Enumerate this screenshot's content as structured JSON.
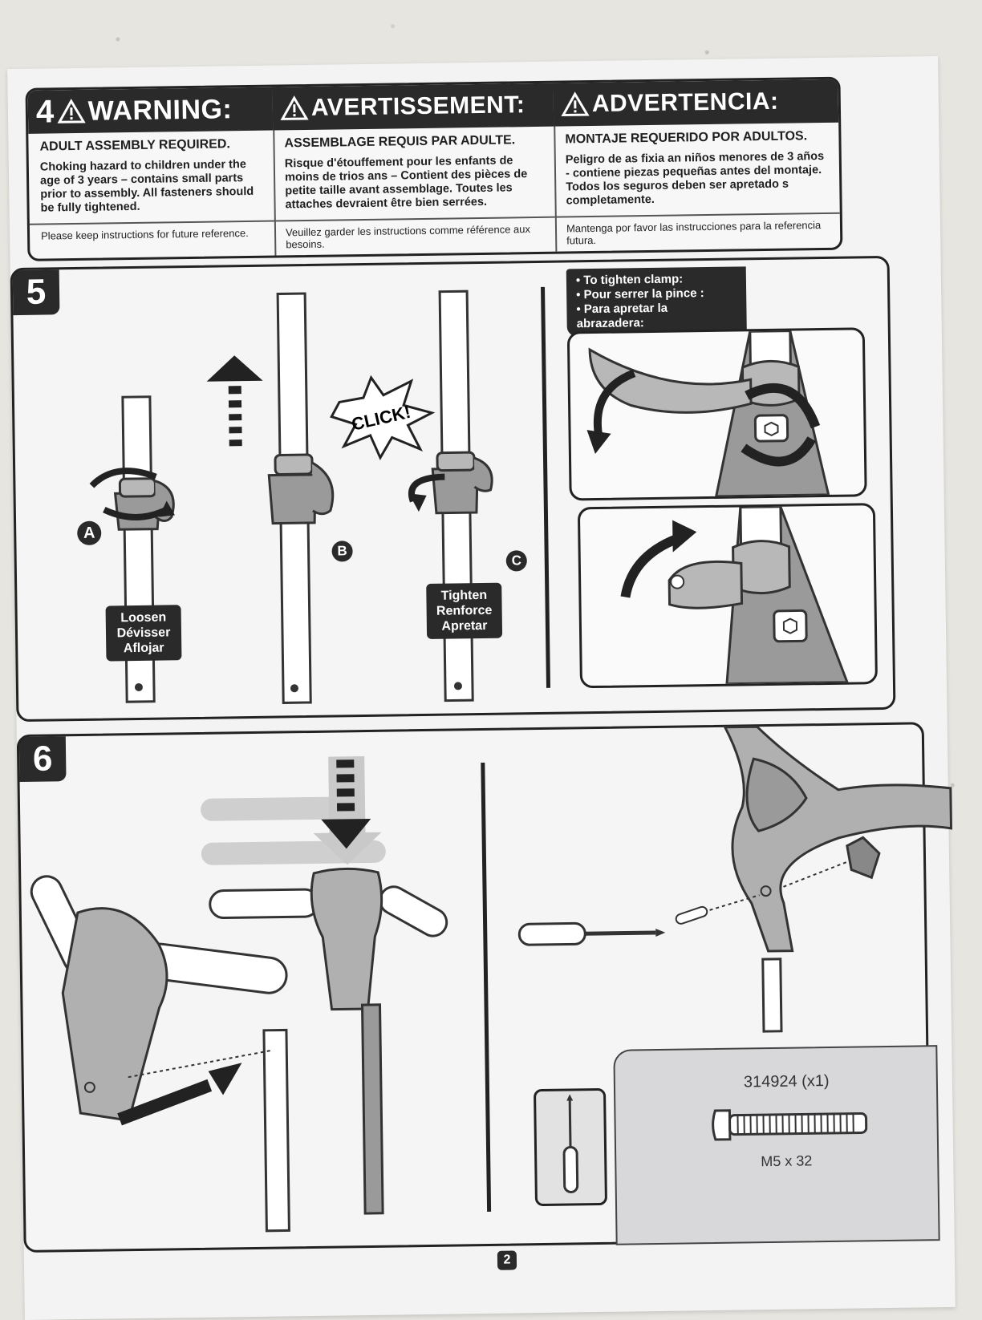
{
  "warning": {
    "step_number": "4",
    "columns": [
      {
        "title": "WARNING:",
        "subtitle": "ADULT ASSEMBLY REQUIRED.",
        "body": "Choking hazard to children under the age of 3 years – contains small parts prior to assembly. All fasteners should be fully tightened.",
        "footer": "Please keep instructions for future reference."
      },
      {
        "title": "AVERTISSEMENT:",
        "subtitle": "ASSEMBLAGE REQUIS PAR ADULTE.",
        "body": "Risque d'étouffement pour les enfants de moins de trios ans – Contient des pièces de petite taille avant assemblage. Toutes les attaches devraient être bien serrées.",
        "footer": "Veuillez garder les instructions comme référence aux besoins."
      },
      {
        "title": "ADVERTENCIA:",
        "subtitle": "MONTAJE REQUERIDO POR ADULTOS.",
        "body": "Peligro de as fixia an niños menores de 3 años - contiene piezas pequeñas antes del montaje. Todos los seguros deben ser apretado s completamente.",
        "footer": "Mantenga por favor las instrucciones para la referencia futura."
      }
    ]
  },
  "step5": {
    "number": "5",
    "tip_lines": [
      "• To tighten clamp:",
      "• Pour serrer la pince :",
      "• Para apretar la abrazadera:"
    ],
    "letter_a": "A",
    "letter_b": "B",
    "letter_c": "C",
    "click_text": "CLICK!",
    "loosen": [
      "Loosen",
      "Dévisser",
      "Aflojar"
    ],
    "tighten": [
      "Tighten",
      "Renforce",
      "Apretar"
    ]
  },
  "step6": {
    "number": "6",
    "part_number": "314924 (x1)",
    "part_size": "M5 x 32"
  },
  "page_number": "2"
}
